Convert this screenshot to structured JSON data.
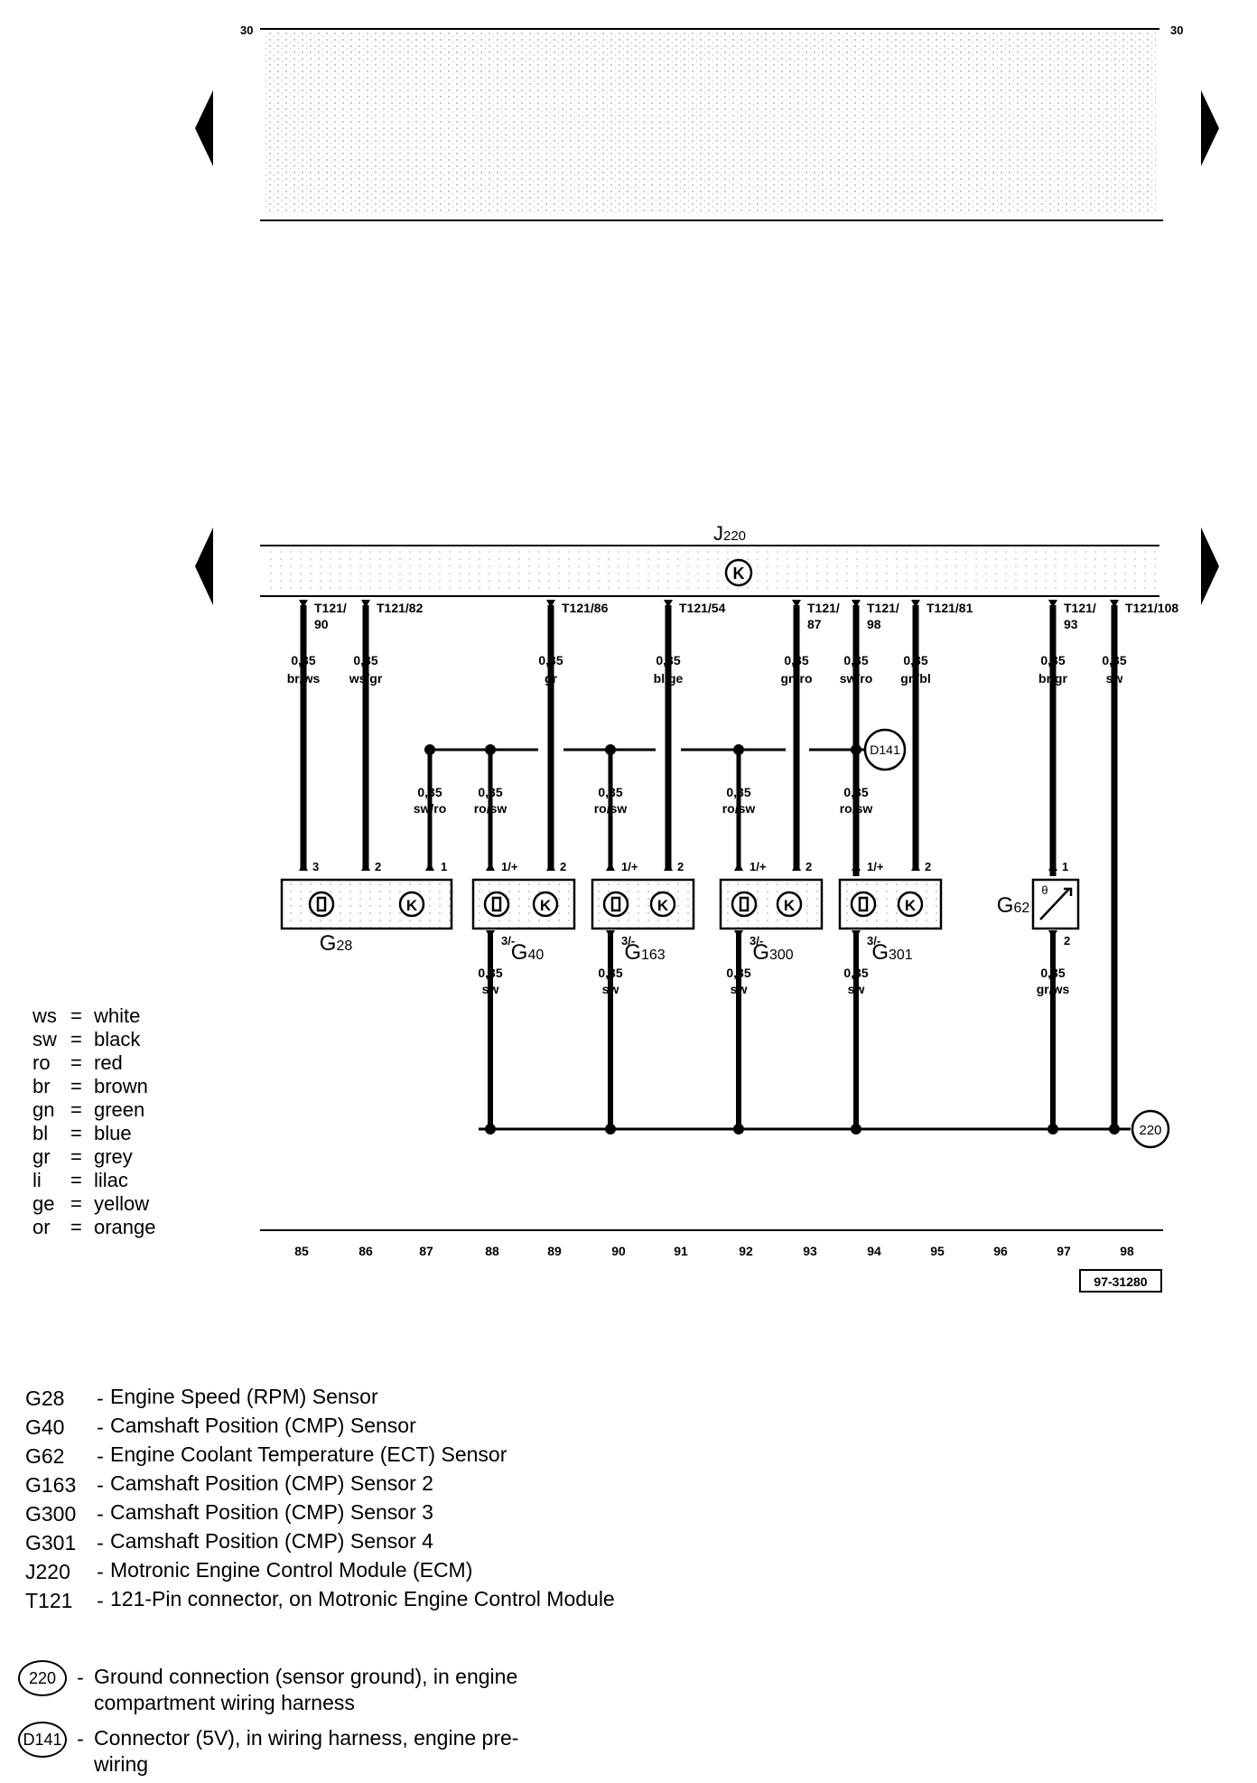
{
  "top_section": {
    "col_label_left": "30",
    "col_label_right": "30"
  },
  "ecm": {
    "label": "J220",
    "symbol": "K"
  },
  "terminals": [
    {
      "pin": "T121/ 90",
      "gauge": "0,35",
      "color": "br/ws",
      "pin_number": "3"
    },
    {
      "pin": "T121/82",
      "gauge": "0,35",
      "color": "ws/gr",
      "pin_number": "2"
    },
    {
      "pin": "T121/86",
      "gauge": "0,35",
      "color": "gr",
      "pin_number": "2"
    },
    {
      "pin": "T121/54",
      "gauge": "0,35",
      "color": "bl/ge",
      "pin_number": "2"
    },
    {
      "pin": "T121/ 87",
      "gauge": "0,35",
      "color": "gn/ro",
      "pin_number": "2"
    },
    {
      "pin": "T121/ 98",
      "gauge": "0,35",
      "color": "sw/ro",
      "pin_number": ""
    },
    {
      "pin": "T121/81",
      "gauge": "0,35",
      "color": "gn/bl",
      "pin_number": "2"
    },
    {
      "pin": "T121/ 93",
      "gauge": "0,35",
      "color": "br/gr",
      "pin_number": "1"
    },
    {
      "pin": "T121/108",
      "gauge": "0,35",
      "color": "sw",
      "pin_number": ""
    }
  ],
  "supply_branches": [
    {
      "gauge": "0,35",
      "color": "sw/ro",
      "pin_number": "1"
    },
    {
      "gauge": "0,35",
      "color": "ro/sw",
      "pin_number": "1/+"
    },
    {
      "gauge": "0,35",
      "color": "ro/sw",
      "pin_number": "1/+"
    },
    {
      "gauge": "0,35",
      "color": "ro/sw",
      "pin_number": "1/+"
    },
    {
      "gauge": "0,35",
      "color": "ro/sw",
      "pin_number": "1/+"
    }
  ],
  "ground_branches": [
    {
      "gauge": "0,35",
      "color": "sw",
      "pin_number": "3/-"
    },
    {
      "gauge": "0,35",
      "color": "sw",
      "pin_number": "3/-"
    },
    {
      "gauge": "0,35",
      "color": "sw",
      "pin_number": "3/-"
    },
    {
      "gauge": "0,35",
      "color": "sw",
      "pin_number": "3/-"
    },
    {
      "gauge": "0,35",
      "color": "gr/ws",
      "pin_number": "2"
    }
  ],
  "components": [
    {
      "id": "G28",
      "base": "G",
      "sub": "28"
    },
    {
      "id": "G40",
      "base": "G",
      "sub": "40"
    },
    {
      "id": "G163",
      "base": "G",
      "sub": "163"
    },
    {
      "id": "G300",
      "base": "G",
      "sub": "300"
    },
    {
      "id": "G301",
      "base": "G",
      "sub": "301"
    },
    {
      "id": "G62",
      "base": "G",
      "sub": "62"
    }
  ],
  "connectors": {
    "d141": "D141",
    "ground_220": "220",
    "ecm_sub": "220"
  },
  "columns": [
    "85",
    "86",
    "87",
    "88",
    "89",
    "90",
    "91",
    "92",
    "93",
    "94",
    "95",
    "96",
    "97",
    "98"
  ],
  "figure_number": "97-31280",
  "color_key": [
    {
      "code": "ws",
      "name": "white"
    },
    {
      "code": "sw",
      "name": "black"
    },
    {
      "code": "ro",
      "name": "red"
    },
    {
      "code": "br",
      "name": "brown"
    },
    {
      "code": "gn",
      "name": "green"
    },
    {
      "code": "bl",
      "name": "blue"
    },
    {
      "code": "gr",
      "name": "grey"
    },
    {
      "code": "li",
      "name": "lilac"
    },
    {
      "code": "ge",
      "name": "yellow"
    },
    {
      "code": "or",
      "name": "orange"
    }
  ],
  "legend": [
    {
      "code": "G28",
      "desc": "Engine Speed (RPM) Sensor"
    },
    {
      "code": "G40",
      "desc": "Camshaft Position (CMP) Sensor"
    },
    {
      "code": "G62",
      "desc": "Engine Coolant Temperature (ECT) Sensor"
    },
    {
      "code": "G163",
      "desc": "Camshaft Position (CMP) Sensor 2"
    },
    {
      "code": "G300",
      "desc": "Camshaft Position (CMP) Sensor 3"
    },
    {
      "code": "G301",
      "desc": "Camshaft Position (CMP) Sensor 4"
    },
    {
      "code": "J220",
      "desc": "Motronic Engine Control Module (ECM)"
    },
    {
      "code": "T121",
      "desc": "121-Pin connector, on Motronic Engine Control Module"
    }
  ],
  "legend_symbols": [
    {
      "badge": "220",
      "desc": "Ground connection (sensor ground), in engine compartment wiring harness"
    },
    {
      "badge": "D141",
      "desc": "Connector (5V), in wiring harness, engine pre-wiring"
    }
  ],
  "dash": "-",
  "eq": "="
}
